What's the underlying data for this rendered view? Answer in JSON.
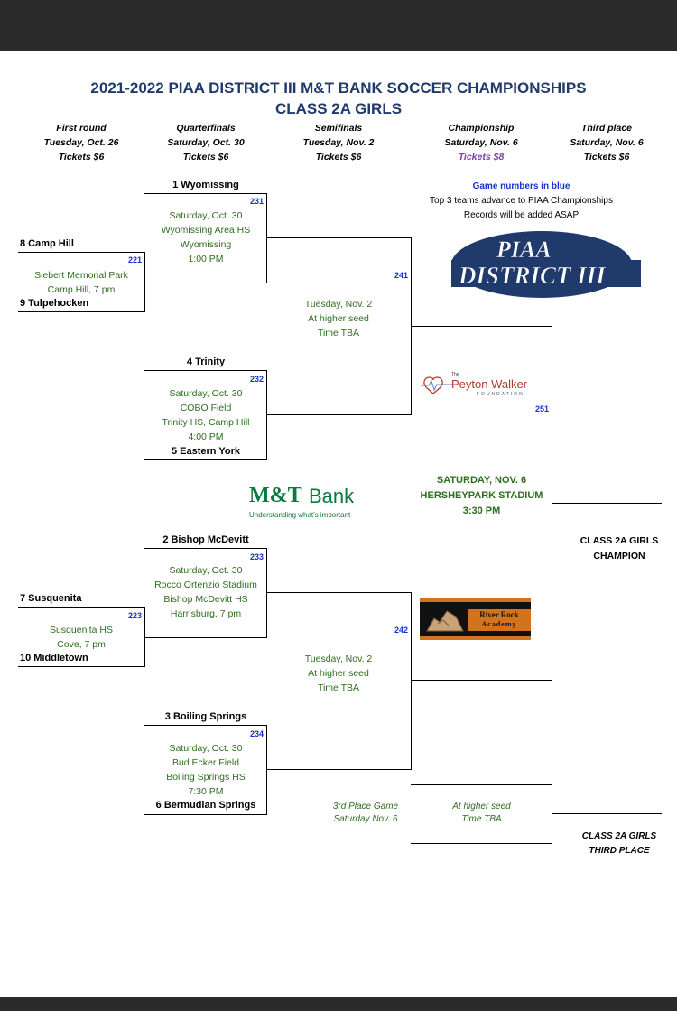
{
  "title": {
    "line1": "2021-2022 PIAA DISTRICT III M&T BANK SOCCER CHAMPIONSHIPS",
    "line2": "CLASS 2A GIRLS"
  },
  "rounds": [
    {
      "name": "First round",
      "date": "Tuesday, Oct. 26",
      "tickets": "Tickets $6"
    },
    {
      "name": "Quarterfinals",
      "date": "Saturday, Oct. 30",
      "tickets": "Tickets $6"
    },
    {
      "name": "Semifinals",
      "date": "Tuesday, Nov. 2",
      "tickets": "Tickets $6"
    },
    {
      "name": "Championship",
      "date": "Saturday, Nov. 6",
      "tickets": "Tickets $8"
    },
    {
      "name": "Third place",
      "date": "Saturday, Nov. 6",
      "tickets": "Tickets $6"
    }
  ],
  "notes": {
    "game_numbers": "Game numbers in blue",
    "advance": "Top 3 teams advance to PIAA Championships",
    "records": "Records will be added ASAP"
  },
  "teams": {
    "wyomissing": "1 Wyomissing",
    "camp_hill": "8 Camp Hill",
    "tulpehocken": "9 Tulpehocken",
    "trinity": "4 Trinity",
    "eastern_york": "5 Eastern York",
    "bishop_mcdevitt": "2 Bishop McDevitt",
    "susquenita": "7 Susquenita",
    "middletown": "10 Middletown",
    "boiling_springs": "3 Boiling Springs",
    "bermudian_springs": "6 Bermudian Springs"
  },
  "games": {
    "g221": {
      "num": "221",
      "lines": [
        "Siebert Memorial Park",
        "Camp Hill, 7 pm"
      ]
    },
    "g223": {
      "num": "223",
      "lines": [
        "Susquenita HS",
        "Cove, 7 pm"
      ]
    },
    "g231": {
      "num": "231",
      "lines": [
        "Saturday, Oct. 30",
        "Wyomissing Area HS",
        "Wyomissing",
        "1:00 PM"
      ]
    },
    "g232": {
      "num": "232",
      "lines": [
        "Saturday, Oct. 30",
        "COBO Field",
        "Trinity HS, Camp Hill",
        "4:00 PM"
      ]
    },
    "g233": {
      "num": "233",
      "lines": [
        "Saturday, Oct. 30",
        "Rocco Ortenzio Stadium",
        "Bishop McDevitt HS",
        "Harrisburg, 7 pm"
      ]
    },
    "g234": {
      "num": "234",
      "lines": [
        "Saturday, Oct. 30",
        "Bud Ecker Field",
        "Boiling Springs HS",
        "7:30 PM"
      ]
    },
    "g241": {
      "num": "241",
      "lines": [
        "Tuesday, Nov. 2",
        "At higher seed",
        "Time TBA"
      ]
    },
    "g242": {
      "num": "242",
      "lines": [
        "Tuesday, Nov. 2",
        "At higher seed",
        "Time TBA"
      ]
    },
    "g251": {
      "num": "251",
      "lines": [
        "SATURDAY, NOV. 6",
        "HERSHEYPARK STADIUM",
        "3:30 PM"
      ]
    }
  },
  "third_place": {
    "label_lines": [
      "3rd Place Game",
      "Saturday Nov. 6"
    ],
    "info_lines": [
      "At higher seed",
      "Time TBA"
    ],
    "result_lines": [
      "CLASS 2A GIRLS",
      "THIRD PLACE"
    ]
  },
  "champion_lines": [
    "CLASS 2A GIRLS",
    "CHAMPION"
  ],
  "logos": {
    "piaa": {
      "top": "PIAA",
      "bottom": "DISTRICT III"
    },
    "mt": {
      "name_a": "M&T",
      "name_b": "Bank",
      "tagline": "Understanding what's important"
    },
    "peyton": {
      "small": "The",
      "name": "Peyton Walker",
      "sub": "FOUNDATION"
    },
    "riverrock": {
      "line1": "River Rock",
      "line2": "Academy"
    }
  },
  "colors": {
    "title": "#1f3a6b",
    "game_number": "#1a2fd0",
    "game_info": "#2e6e1f",
    "championship_tickets": "#7b3fa0",
    "piaa_logo": "#1f3a6b",
    "mt_green": "#0a7a3c"
  }
}
